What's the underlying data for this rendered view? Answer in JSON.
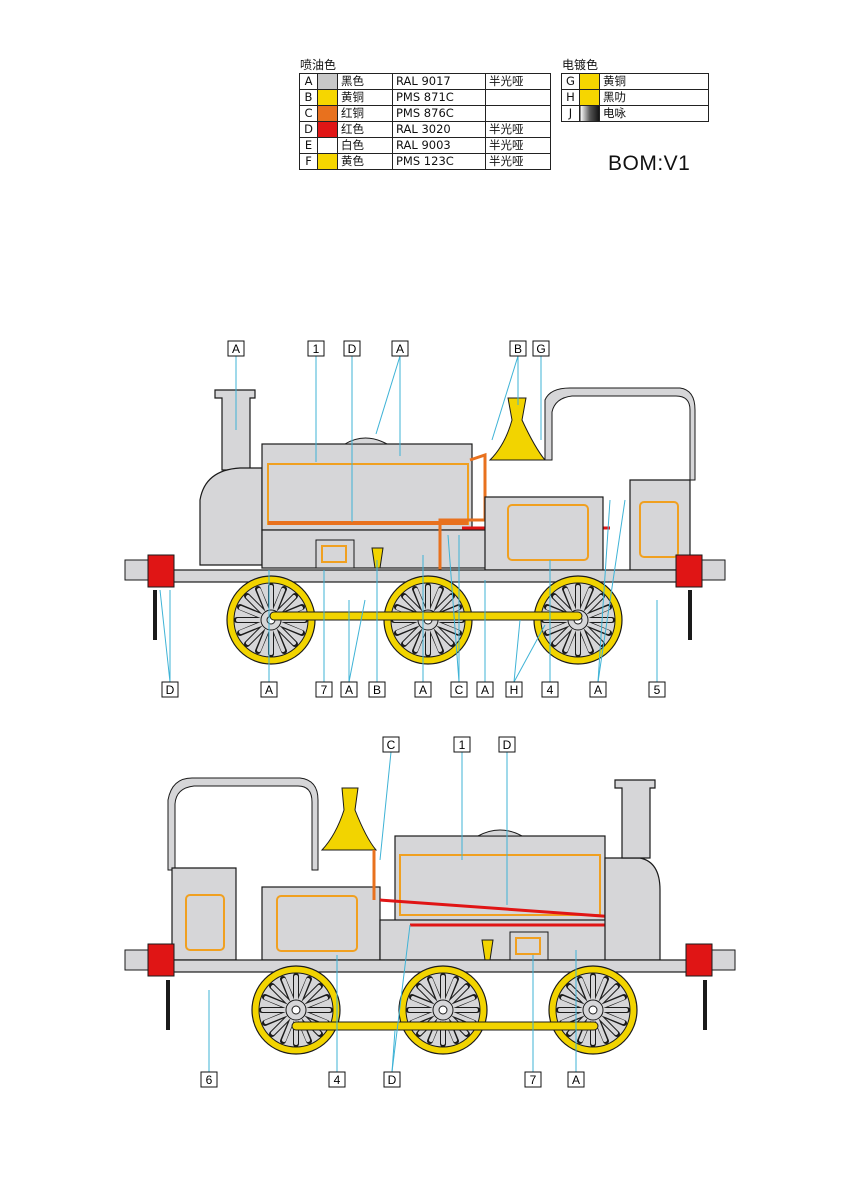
{
  "paint_title": "喷油色",
  "plating_title": "电镀色",
  "bom": "BOM:V1",
  "paint_rows": [
    {
      "letter": "A",
      "swatch": "#c8c8c8",
      "name": "黑色",
      "code": "RAL 9017",
      "finish": "半光哑"
    },
    {
      "letter": "B",
      "swatch": "#f6d600",
      "name": "黄铜",
      "code": "PMS 871C",
      "finish": ""
    },
    {
      "letter": "C",
      "swatch": "#e8711e",
      "name": "红铜",
      "code": "PMS 876C",
      "finish": ""
    },
    {
      "letter": "D",
      "swatch": "#e01515",
      "name": "红色",
      "code": "RAL 3020",
      "finish": "半光哑"
    },
    {
      "letter": "E",
      "swatch": "#ffffff",
      "name": "白色",
      "code": "RAL 9003",
      "finish": "半光哑"
    },
    {
      "letter": "F",
      "swatch": "#f6d600",
      "name": "黄色",
      "code": "PMS 123C",
      "finish": "半光哑"
    }
  ],
  "plating_rows": [
    {
      "letter": "G",
      "swatch": "#f6d600",
      "name": "黄铜"
    },
    {
      "letter": "H",
      "swatch": "#f6d600",
      "name": "黑叻"
    },
    {
      "letter": "J",
      "swatch": "#555555",
      "name": "电咏"
    }
  ],
  "colors": {
    "body": "#d6d6d8",
    "outline": "#1a1a1a",
    "red": "#e01515",
    "brass": "#f2d400",
    "copper": "#e8711e",
    "callout": "#3fb3d6",
    "panel_line": "#f0a020"
  },
  "top_labels": {
    "t1": "A",
    "t2": "1",
    "t3": "D",
    "t4": "A",
    "t5": "B",
    "t6": "G",
    "b1": "D",
    "b2": "A",
    "b3": "7",
    "b4": "A",
    "b5": "B",
    "b6": "A",
    "b7": "C",
    "b8": "A",
    "b9": "H",
    "b10": "4",
    "b11": "A",
    "b12": "5"
  },
  "bottom_labels": {
    "t1": "C",
    "t2": "1",
    "t3": "D",
    "b1": "6",
    "b2": "4",
    "b3": "D",
    "b4": "7",
    "b5": "A"
  }
}
